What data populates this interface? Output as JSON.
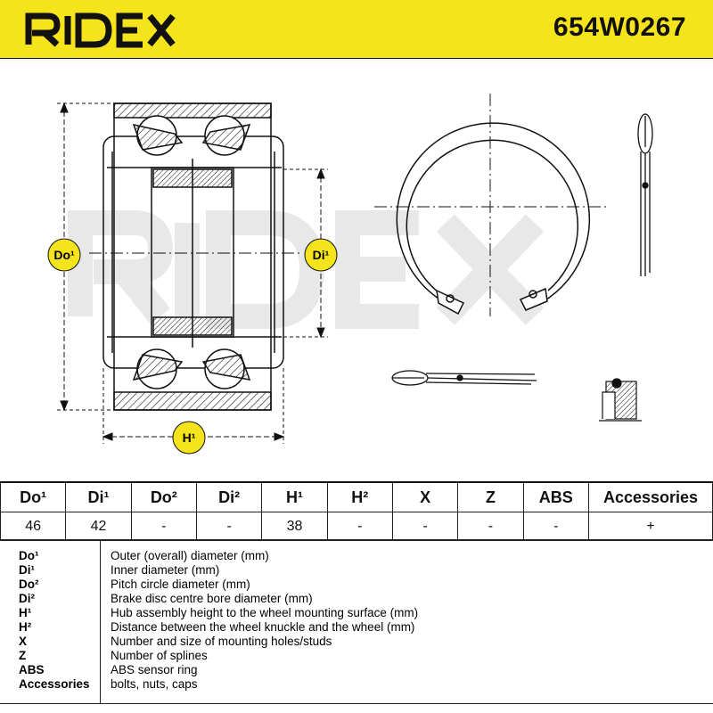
{
  "brand": {
    "logo_text": "RIDEX",
    "part_number": "654W0267",
    "accent_color": "#f5e31c",
    "watermark_text": "RIDEX"
  },
  "drawing": {
    "callouts": {
      "outer_diameter": "Do¹",
      "inner_diameter": "Di¹",
      "height": "H¹"
    }
  },
  "spec_table": {
    "headers": [
      "Do¹",
      "Di¹",
      "Do²",
      "Di²",
      "H¹",
      "H²",
      "X",
      "Z",
      "ABS",
      "Accessories"
    ],
    "values": [
      "46",
      "42",
      "-",
      "-",
      "38",
      "-",
      "-",
      "-",
      "-",
      "+"
    ]
  },
  "legend": [
    {
      "key": "Do¹",
      "desc": "Outer (overall) diameter (mm)"
    },
    {
      "key": "Di¹",
      "desc": "Inner diameter (mm)"
    },
    {
      "key": "Do²",
      "desc": "Pitch circle diameter (mm)"
    },
    {
      "key": "Di²",
      "desc": "Brake disc centre bore diameter (mm)"
    },
    {
      "key": "H¹",
      "desc": "Hub assembly height to the wheel mounting surface (mm)"
    },
    {
      "key": "H²",
      "desc": "Distance between the wheel knuckle and the wheel (mm)"
    },
    {
      "key": "X",
      "desc": "Number and size of mounting holes/studs"
    },
    {
      "key": "Z",
      "desc": "Number of splines"
    },
    {
      "key": "ABS",
      "desc": "ABS sensor ring"
    },
    {
      "key": "Accessories",
      "desc": "bolts, nuts, caps"
    }
  ]
}
